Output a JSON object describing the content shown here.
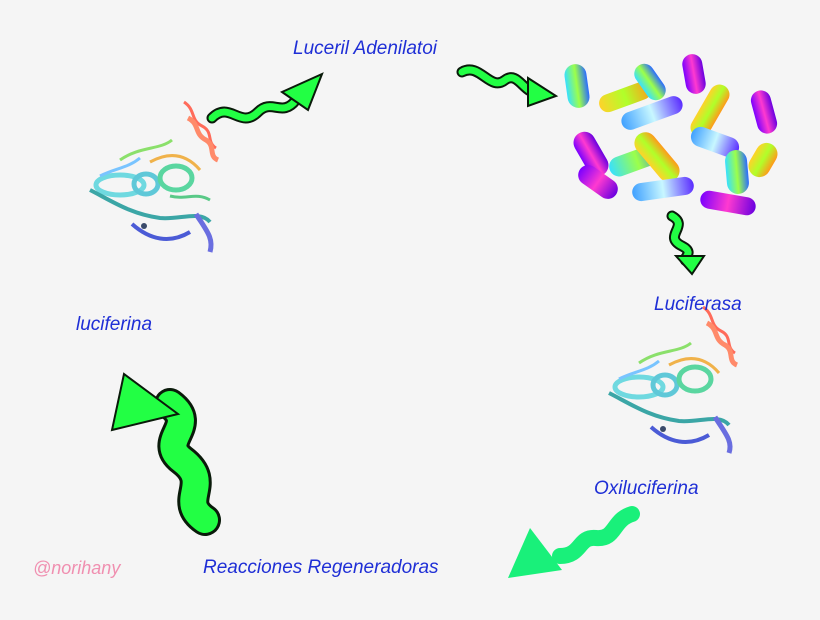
{
  "labels": {
    "adenylate": "Luceril Adenilatoi",
    "luciferase": "Luciferasa",
    "oxyluciferin": "Oxiluciferina",
    "regenerative": "Reacciones Regeneradoras",
    "luciferin": "luciferina"
  },
  "credit": "@norihany",
  "colors": {
    "label_text": "#1f2fd6",
    "credit_text": "#f08fb0",
    "arrow_green": "#22ff44",
    "arrow_outline": "#0a1a0a",
    "arrow_soft": "#19f07a"
  },
  "icons": {
    "protein_1": "protein-ribbon-icon",
    "protein_2": "protein-ribbon-icon",
    "bacteria": "bacteria-cluster-icon"
  }
}
